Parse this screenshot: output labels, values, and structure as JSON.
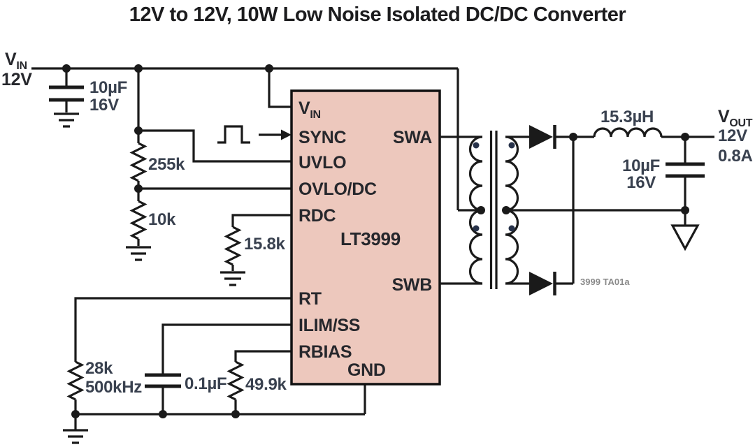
{
  "title": "12V to 12V, 10W Low Noise Isolated DC/DC Converter",
  "input": {
    "rail": "V",
    "rail_sub": "IN",
    "voltage": "12V",
    "cap_value": "10µF",
    "cap_rating": "16V"
  },
  "uvlo_divider": {
    "r_top": "255k",
    "r_bottom": "10k"
  },
  "rdc_resistor": "15.8k",
  "rt_network": {
    "resistor": "28k",
    "frequency": "500kHz"
  },
  "ss_cap": "0.1µF",
  "rbias_resistor": "49.9k",
  "ic": {
    "part": "LT3999",
    "pin_vin": "V",
    "pin_vin_sub": "IN",
    "pin_sync": "SYNC",
    "pin_uvlo": "UVLO",
    "pin_ovlo": "OVLO/DC",
    "pin_rdc": "RDC",
    "pin_rt": "RT",
    "pin_ilim": "ILIM/SS",
    "pin_rbias": "RBIAS",
    "pin_gnd": "GND",
    "pin_swa": "SWA",
    "pin_swb": "SWB"
  },
  "output": {
    "inductor": "15.3µH",
    "cap_value": "10µF",
    "cap_rating": "16V",
    "rail": "V",
    "rail_sub": "OUT",
    "voltage": "12V",
    "current": "0.8A"
  },
  "note": "3999 TA01a",
  "colors": {
    "ic_fill": "#edc8bd",
    "line": "#1a1a1a"
  }
}
